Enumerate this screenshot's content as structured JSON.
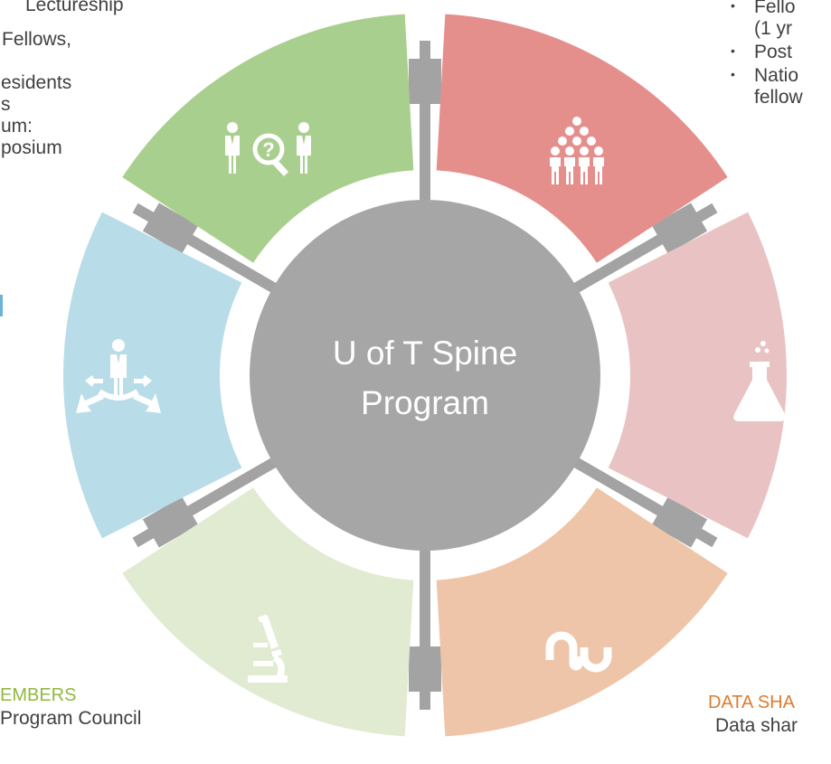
{
  "center": {
    "line1": "U of T Spine",
    "line2": "Program"
  },
  "colors": {
    "green": "#a9cf8f",
    "red": "#e58f8d",
    "pink": "#e9c3c4",
    "peach": "#efc5a9",
    "lightgreen": "#e1ebd2",
    "blue": "#b8dce8",
    "connector": "#a3a3a3",
    "center": "#a6a6a6",
    "members_heading": "#92b83e",
    "data_heading": "#e07b2f",
    "accent_blue": "#6bb3d6"
  },
  "icons": {
    "green": "people-question-icon",
    "red": "group-people-icon",
    "pink": "flask-icon",
    "peach": "stumbleupon-icon",
    "lightgreen": "microscope-icon",
    "blue": "person-arrows-icon"
  },
  "left_text": {
    "line1": "Lectureship",
    "line2": "Fellows,",
    "line3": "esidents",
    "line4": "s",
    "line5": "um:",
    "line6": "posium"
  },
  "right_text": {
    "item1a": "Fello",
    "item1b": "(1 yr",
    "item2": "Post",
    "item3a": "Natio",
    "item3b": "fellow"
  },
  "members": {
    "heading": "EMBERS",
    "line1": "Program Council"
  },
  "data_sharing": {
    "heading": "DATA SHA",
    "line1": "Data shar"
  }
}
